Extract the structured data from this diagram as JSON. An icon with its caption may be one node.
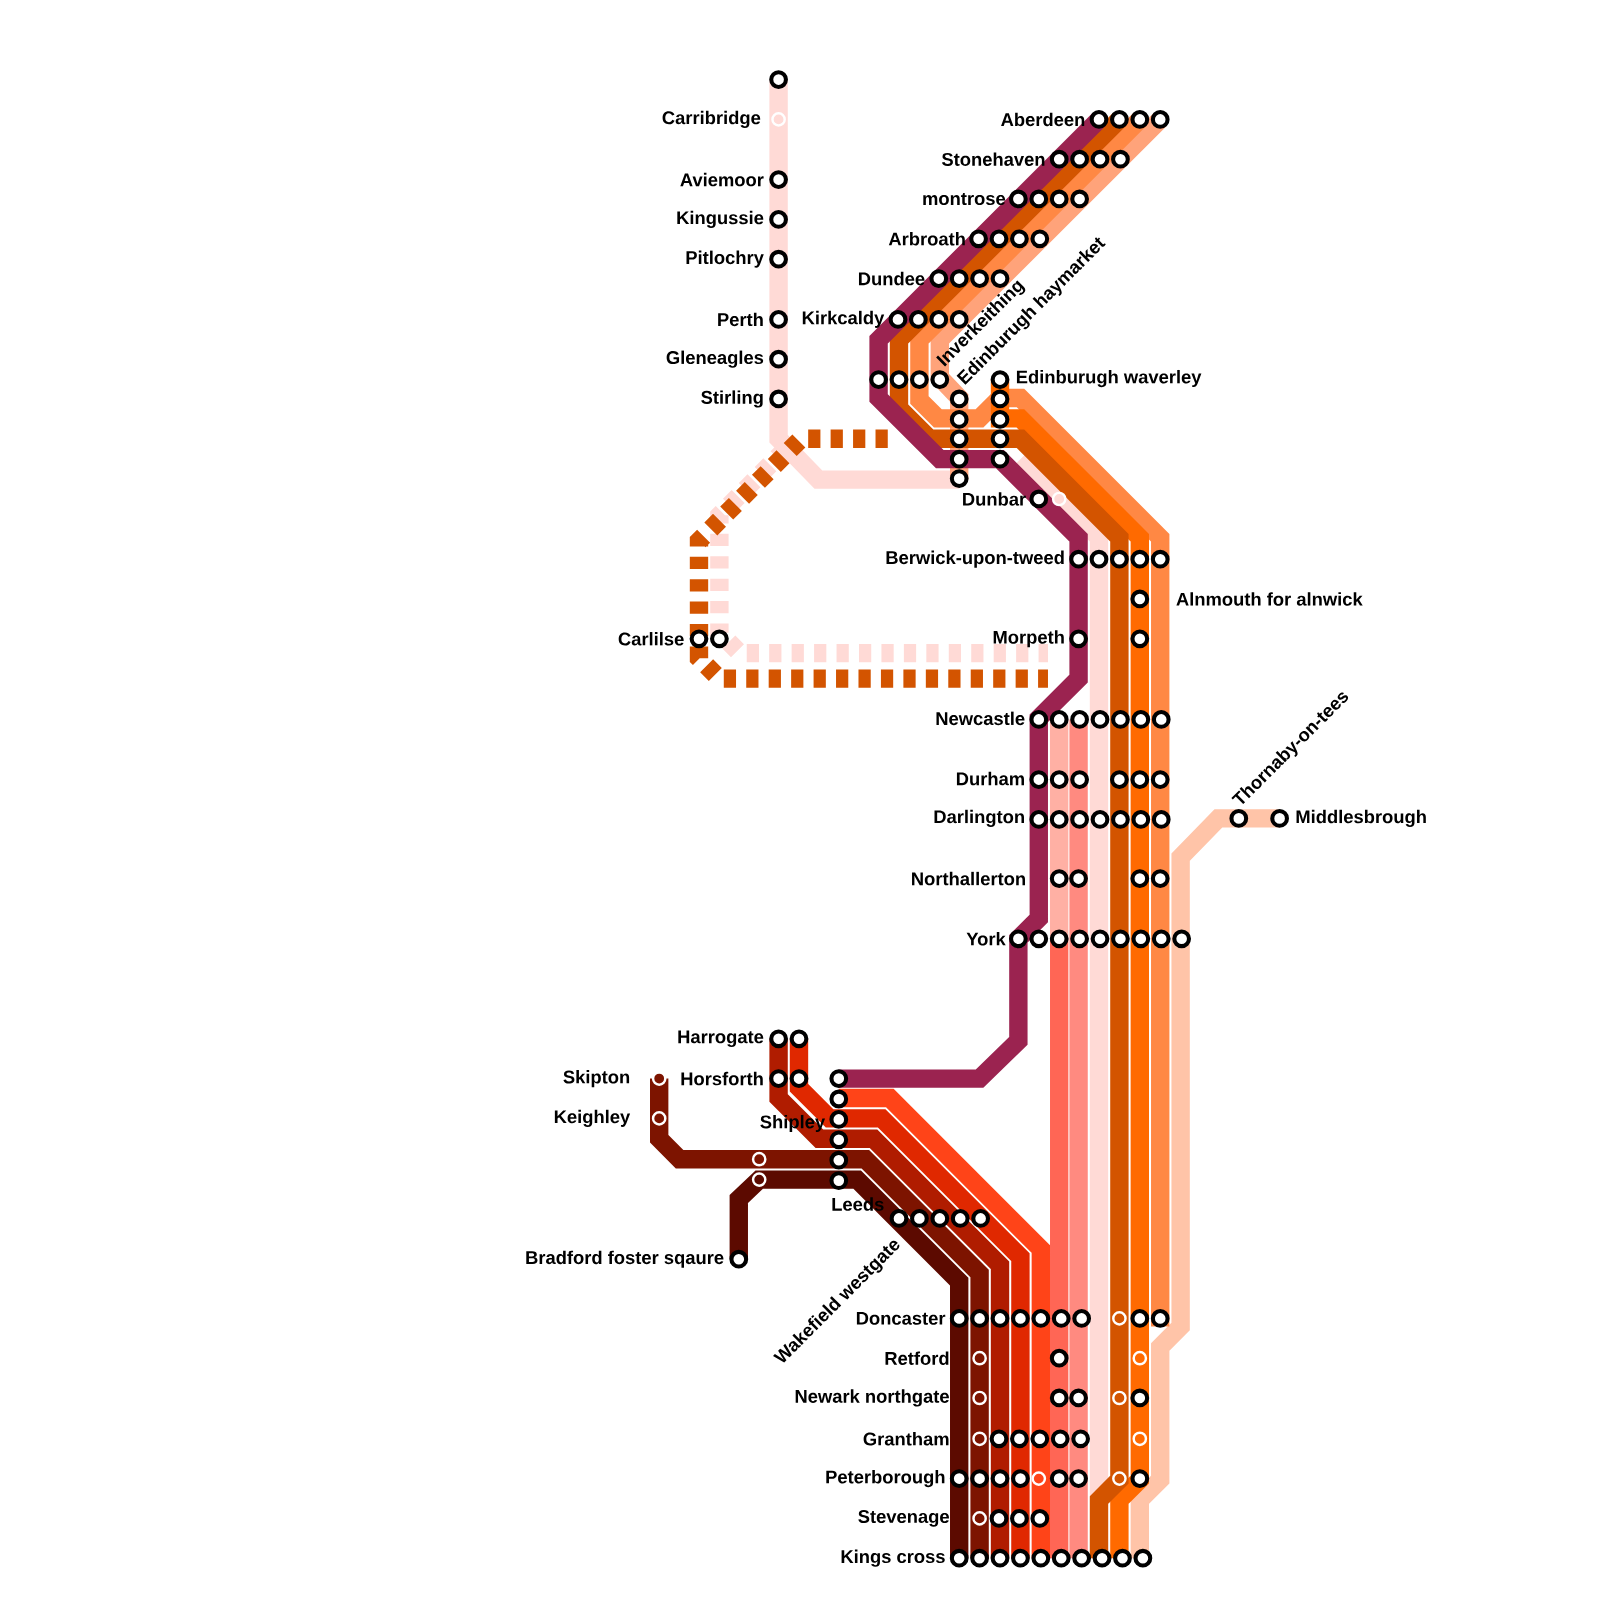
{
  "diagram": {
    "labels": [
      "Carribridge",
      "Aberdeen",
      "Stonehaven",
      "Aviemoor",
      "montrose",
      "Kingussie",
      "Arbroath",
      "Edinburugh haymarket",
      "Pitlochry",
      "Dundee",
      "Inverkeithing",
      "Perth",
      "Kirkcaldy",
      "Gleneagles",
      "Edinburugh waverley",
      "Stirling",
      "Dunbar",
      "Berwick-upon-tweed",
      "Alnmouth for alnwick",
      "Carlilse",
      "Morpeth",
      "Thornaby-on-tees",
      "Newcastle",
      "Durham",
      "Darlington",
      "Middlesbrough",
      "Northallerton",
      "York",
      "Harrogate",
      "Skipton",
      "Horsforth",
      "Keighley",
      "Shipley",
      "Leeds",
      "Bradford foster sqaure",
      "Wakefield westgate",
      "Doncaster",
      "Retford",
      "Newark northgate",
      "Grantham",
      "Peterborough",
      "Stevenage",
      "Kings cross"
    ]
  }
}
